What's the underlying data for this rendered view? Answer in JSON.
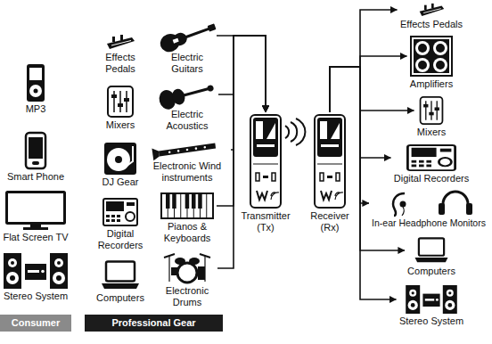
{
  "diagram": {
    "nodes": [
      {
        "text": [
          "MP3"
        ]
      },
      {
        "text": [
          "Smart Phone"
        ]
      },
      {
        "text": [
          "Flat Screen TV"
        ]
      },
      {
        "text": [
          "Stereo System"
        ]
      },
      {
        "text": [
          "Consumer"
        ]
      },
      {
        "text": [
          "Effects Pedals"
        ]
      },
      {
        "text": [
          "Mixers"
        ]
      },
      {
        "text": [
          "DJ Gear"
        ]
      },
      {
        "text": [
          "Digital Recorders"
        ]
      },
      {
        "text": [
          "Computers"
        ]
      },
      {
        "text": [
          "Electric Guitars"
        ]
      },
      {
        "text": [
          "Electric Acoustics"
        ]
      },
      {
        "text": [
          "Electronic Wind instruments"
        ]
      },
      {
        "text": [
          "Pianos & Keyboards"
        ]
      },
      {
        "text": [
          "Electronic Drums"
        ]
      },
      {
        "text": [
          "Professional Gear"
        ]
      },
      {
        "text": [
          "Transmitter (Tx)"
        ]
      },
      {
        "text": [
          "Receiver (Rx)"
        ]
      },
      {
        "text": [
          "Effects Pedals"
        ]
      },
      {
        "text": [
          "Amplifiers"
        ]
      },
      {
        "text": [
          "Mixers"
        ]
      },
      {
        "text": [
          "Digital Recorders"
        ]
      },
      {
        "text": [
          "In-ear Headphone Monitors"
        ]
      },
      {
        "text": [
          "Computers"
        ]
      },
      {
        "text": [
          "Stereo System"
        ]
      }
    ],
    "edges": [
      {
        "from": 10,
        "to": 16,
        "arrow": "to"
      },
      {
        "from": 11,
        "to": 16,
        "arrow": "to"
      },
      {
        "from": 12,
        "to": 16,
        "arrow": "to"
      },
      {
        "from": 13,
        "to": 16,
        "arrow": "to"
      },
      {
        "from": 14,
        "to": 16,
        "arrow": "to"
      },
      {
        "from": 17,
        "to": 18,
        "arrow": "to"
      },
      {
        "from": 17,
        "to": 19,
        "arrow": "to"
      },
      {
        "from": 17,
        "to": 20,
        "arrow": "to"
      },
      {
        "from": 17,
        "to": 21,
        "arrow": "to"
      },
      {
        "from": 17,
        "to": 22,
        "arrow": "to"
      },
      {
        "from": 17,
        "to": 23,
        "arrow": "to"
      },
      {
        "from": 17,
        "to": 24,
        "arrow": "to"
      }
    ]
  }
}
